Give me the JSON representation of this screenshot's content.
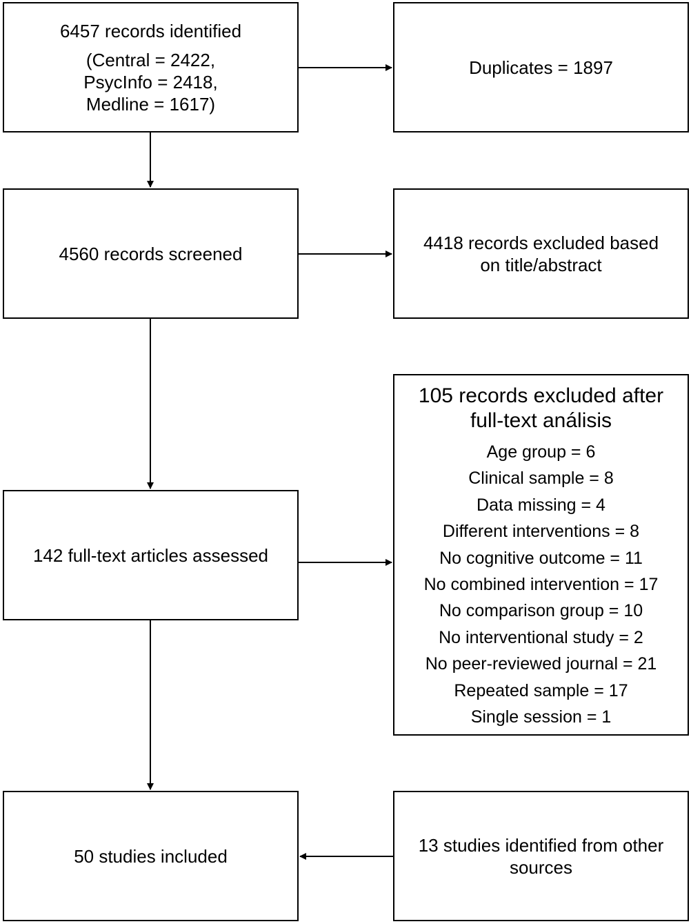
{
  "identified": {
    "title": "6457 records identified",
    "sources": [
      "(Central = 2422,",
      "PsycInfo = 2418,",
      "Medline = 1617)"
    ]
  },
  "duplicates": {
    "text": "Duplicates = 1897"
  },
  "screened": {
    "text": "4560 records screened"
  },
  "excluded_title_abstract": {
    "lines": [
      "4418 records excluded based",
      "on title/abstract"
    ]
  },
  "fulltext_assessed": {
    "text": "142 full-text articles assessed"
  },
  "excluded_fulltext": {
    "title_lines": [
      "105 records excluded after",
      "full-text análisis"
    ],
    "reasons": [
      "Age group = 6",
      "Clinical sample = 8",
      "Data missing = 4",
      "Different interventions = 8",
      "No cognitive outcome = 11",
      "No combined intervention = 17",
      "No comparison group = 10",
      "No interventional study = 2",
      "No peer-reviewed journal = 21",
      "Repeated sample = 17",
      "Single session = 1"
    ]
  },
  "included": {
    "text": "50 studies included"
  },
  "other_sources": {
    "lines": [
      "13 studies identified from other",
      "sources"
    ]
  }
}
